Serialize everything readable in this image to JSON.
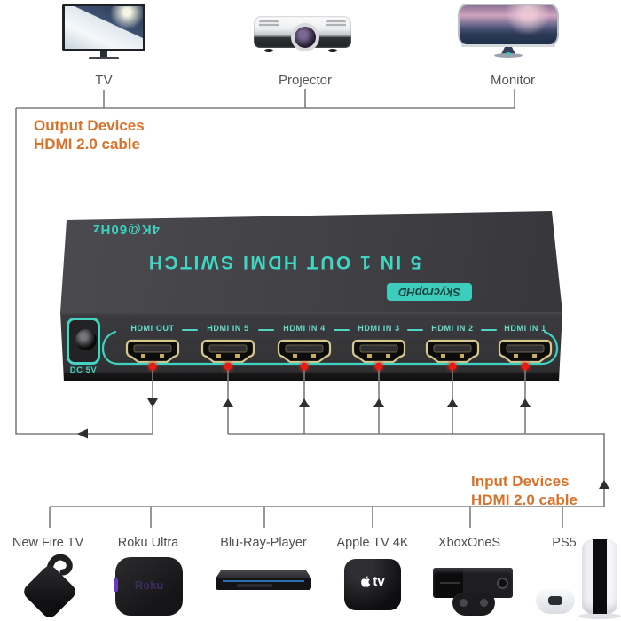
{
  "colors": {
    "accent_teal": "#3ED1C0",
    "note_orange": "#D8722A",
    "wire_gray": "#7D7D7D",
    "port_gold": "#D6C78C",
    "indicator_red": "#EA1A0E",
    "device_body": "#343437"
  },
  "output_section": {
    "title_line1": "Output Devices",
    "title_line2": "HDMI 2.0 cable",
    "devices": [
      {
        "name": "TV"
      },
      {
        "name": "Projector"
      },
      {
        "name": "Monitor"
      }
    ]
  },
  "switch_device": {
    "top_label_small": "4K@60Hz",
    "top_label_main": "5 IN 1 OUT HDMI SWITCH",
    "brand": "SkycropHD",
    "power_label": "DC 5V",
    "ports": [
      {
        "label": "HDMI OUT"
      },
      {
        "label": "HDMI IN 5"
      },
      {
        "label": "HDMI IN 4"
      },
      {
        "label": "HDMI IN 3"
      },
      {
        "label": "HDMI IN 2"
      },
      {
        "label": "HDMI IN 1"
      }
    ]
  },
  "input_section": {
    "title_line1": "Input Devices",
    "title_line2": "HDMI 2.0 cable",
    "devices": [
      {
        "name": "New Fire TV"
      },
      {
        "name": "Roku Ultra",
        "badge": "Roku"
      },
      {
        "name": "Blu-Ray-Player"
      },
      {
        "name": "Apple TV 4K",
        "badge": "tv"
      },
      {
        "name": "XboxOneS"
      },
      {
        "name": "PS5"
      }
    ]
  }
}
